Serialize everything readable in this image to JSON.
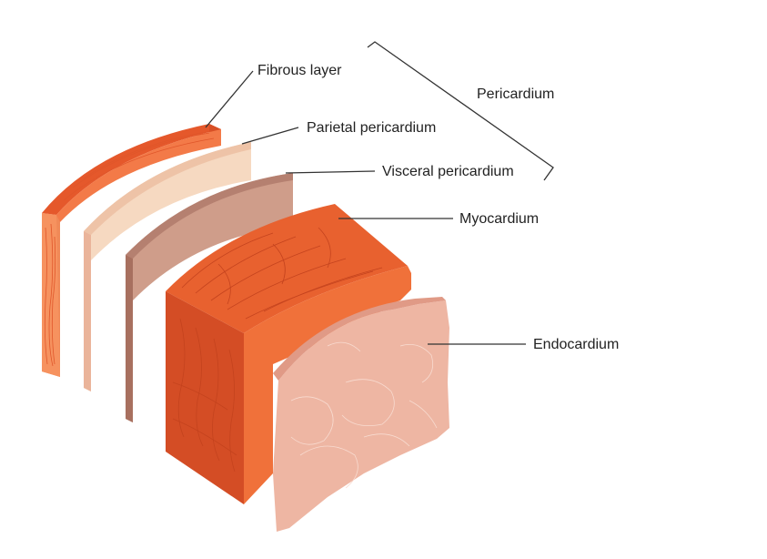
{
  "diagram": {
    "labels": {
      "fibrous_layer": "Fibrous layer",
      "parietal_pericardium": "Parietal pericardium",
      "visceral_pericardium": "Visceral pericardium",
      "myocardium": "Myocardium",
      "endocardium": "Endocardium",
      "pericardium": "Pericardium"
    },
    "layers": [
      {
        "key": "fibrous_layer",
        "icon": "fibrous-layer-shape",
        "color": "#ee6a3c"
      },
      {
        "key": "parietal_pericardium",
        "icon": "parietal-pericardium-shape",
        "color": "#f6dcc5"
      },
      {
        "key": "visceral_pericardium",
        "icon": "visceral-pericardium-shape",
        "color": "#cf9d8a"
      },
      {
        "key": "myocardium",
        "icon": "myocardium-block",
        "color": "#e8612f"
      },
      {
        "key": "endocardium",
        "icon": "endocardium-shape",
        "color": "#eeb6a3"
      }
    ],
    "colors": {
      "background": "#ffffff",
      "leader_line": "#333333",
      "text": "#222222"
    }
  }
}
